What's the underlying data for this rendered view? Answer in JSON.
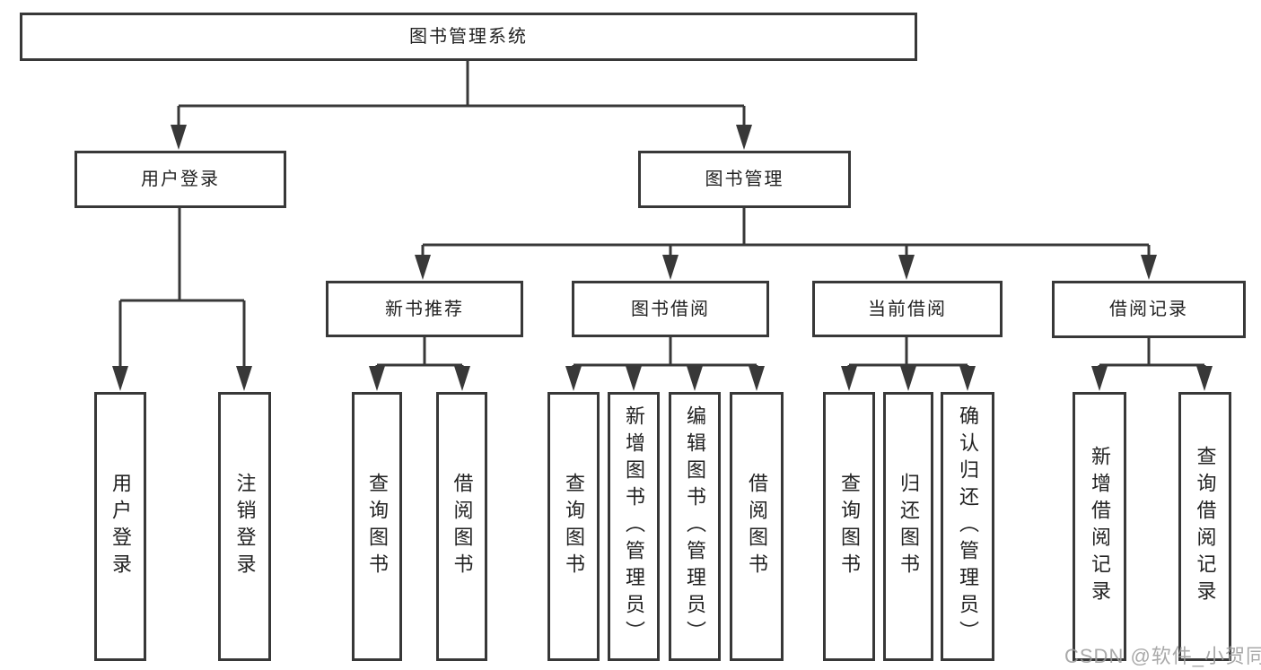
{
  "diagram": {
    "type": "hierarchy-tree",
    "title": "图书管理系统",
    "colors": {
      "line": "#383838",
      "box_border": "#383838",
      "text": "#222222",
      "background": "#ffffff",
      "watermark": "#9b9b9b"
    }
  },
  "watermark": {
    "text": "CSDN @软件_小贺同学"
  },
  "nodes": {
    "root": {
      "label": "图书管理系统"
    },
    "user_login": {
      "label": "用户登录"
    },
    "book_mgmt": {
      "label": "图书管理"
    },
    "new_book_rec": {
      "label": "新书推荐"
    },
    "book_borrow": {
      "label": "图书借阅"
    },
    "current_borrow": {
      "label": "当前借阅"
    },
    "borrow_record": {
      "label": "借阅记录"
    },
    "leaf_user_login": {
      "label": "用户登录"
    },
    "leaf_logout": {
      "label": "注销登录"
    },
    "leaf_query_book_1": {
      "label": "查询图书"
    },
    "leaf_borrow_book_1": {
      "label": "借阅图书"
    },
    "leaf_query_book_2": {
      "label": "查询图书"
    },
    "leaf_add_book": {
      "label": "新增图书（管理员）"
    },
    "leaf_edit_book": {
      "label": "编辑图书（管理员）"
    },
    "leaf_borrow_book_2": {
      "label": "借阅图书"
    },
    "leaf_query_book_3": {
      "label": "查询图书"
    },
    "leaf_return_book": {
      "label": "归还图书"
    },
    "leaf_confirm_return": {
      "label": "确认归还（管理员）"
    },
    "leaf_add_record": {
      "label": "新增借阅记录"
    },
    "leaf_query_record": {
      "label": "查询借阅记录"
    }
  },
  "edges": [
    {
      "from": "root",
      "to": "user_login"
    },
    {
      "from": "root",
      "to": "book_mgmt"
    },
    {
      "from": "user_login",
      "to": "leaf_user_login"
    },
    {
      "from": "user_login",
      "to": "leaf_logout"
    },
    {
      "from": "book_mgmt",
      "to": "new_book_rec"
    },
    {
      "from": "book_mgmt",
      "to": "book_borrow"
    },
    {
      "from": "book_mgmt",
      "to": "current_borrow"
    },
    {
      "from": "book_mgmt",
      "to": "borrow_record"
    },
    {
      "from": "new_book_rec",
      "to": "leaf_query_book_1"
    },
    {
      "from": "new_book_rec",
      "to": "leaf_borrow_book_1"
    },
    {
      "from": "book_borrow",
      "to": "leaf_query_book_2"
    },
    {
      "from": "book_borrow",
      "to": "leaf_add_book"
    },
    {
      "from": "book_borrow",
      "to": "leaf_edit_book"
    },
    {
      "from": "book_borrow",
      "to": "leaf_borrow_book_2"
    },
    {
      "from": "current_borrow",
      "to": "leaf_query_book_3"
    },
    {
      "from": "current_borrow",
      "to": "leaf_return_book"
    },
    {
      "from": "current_borrow",
      "to": "leaf_confirm_return"
    },
    {
      "from": "borrow_record",
      "to": "leaf_add_record"
    },
    {
      "from": "borrow_record",
      "to": "leaf_query_record"
    }
  ]
}
